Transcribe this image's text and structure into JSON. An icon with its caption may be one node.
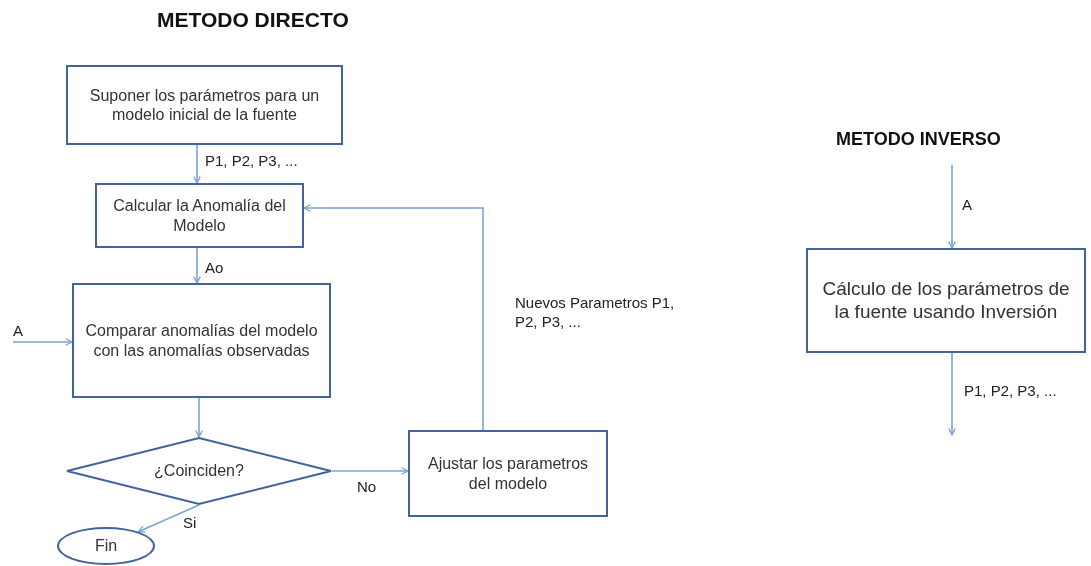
{
  "diagram": {
    "title": "METODO DIRECTO",
    "nodes": [
      {
        "text": [
          "Suponer los parámetros para un modelo inicial de la fuente"
        ]
      },
      {
        "text": [
          "Calcular  la Anomalía del Modelo"
        ]
      },
      {
        "text": [
          "Comparar anomalías del modelo con las anomalías observadas"
        ]
      },
      {
        "text": [
          "¿Coinciden?"
        ]
      },
      {
        "text": [
          "Fin"
        ]
      },
      {
        "text": [
          "Ajustar los parametros del modelo"
        ]
      },
      {
        "text": [
          "Cálculo de los parámetros  de la fuente usando Inversión"
        ]
      }
    ],
    "edges": [
      {
        "from": 0,
        "to": 1,
        "arrow": "to",
        "label": "P1, P2, P3, ..."
      },
      {
        "from": 1,
        "to": 2,
        "arrow": "to",
        "label": "Ao"
      },
      {
        "from": null,
        "to": 2,
        "arrow": "to",
        "label": "A"
      },
      {
        "from": 2,
        "to": 3,
        "arrow": "to"
      },
      {
        "from": 3,
        "to": 5,
        "arrow": "to",
        "label": "No"
      },
      {
        "from": 3,
        "to": 4,
        "arrow": "to",
        "label": "Si"
      },
      {
        "from": 5,
        "to": 1,
        "arrow": "to",
        "label": "Nuevos Parametros P1, P2, P3, ..."
      },
      {
        "from": null,
        "to": 6,
        "arrow": "to",
        "label": "A"
      },
      {
        "from": 6,
        "to": null,
        "arrow": "to",
        "label": "P1, P2, P3, ..."
      }
    ],
    "labels": [
      "METODO INVERSO"
    ]
  }
}
